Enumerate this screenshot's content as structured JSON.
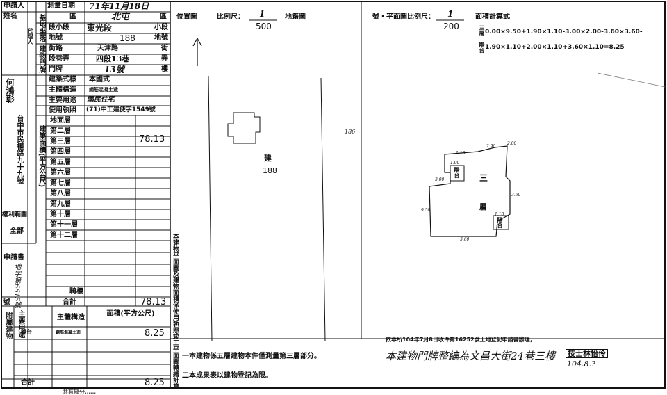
{
  "form": {
    "applicant": "申請人",
    "name": "姓名",
    "survey_date": "測量日期",
    "survey_date_value": "71年11月18日",
    "district_label": "區",
    "district_value": "北屯",
    "section_label": "段小段",
    "section_value": "東光段",
    "subsection_suffix": "小段",
    "lot_label": "地號",
    "lot_value": "188",
    "lot_suffix": "地號",
    "street_label": "街路",
    "street_value": "天津路",
    "street_suffix": "街",
    "lane_label": "段巷弄",
    "lane_value": "四段13巷",
    "lane_suffix": "弄",
    "number_label": "門牌",
    "number_value": "13號",
    "number_suffix": "樓",
    "building_site": "基地坐落",
    "building_number": "建物門牌",
    "style_label": "建築式樣",
    "style_value": "本國式",
    "structure_label": "主體構造",
    "structure_value": "鋼筋混凝土造",
    "use_label": "主要用途",
    "use_value": "國民住宅",
    "permit_label": "使用執照",
    "permit_value": "(71)中工建使字1549號",
    "owner_name": "何鴻彰",
    "address_side": "台中市民權路九十九號",
    "agent_side": "代理人",
    "scope": "權利範圍",
    "scope_value": "全部",
    "application_no_label": "申請書",
    "application_no_value": "地字第6615號",
    "building_area_label": "建築面積(平方公尺)",
    "floors": [
      "地面層",
      "第二層",
      "第三層",
      "第四層",
      "第五層",
      "第六層",
      "第七層",
      "第八層",
      "第九層",
      "第十層",
      "第十一層",
      "第十二層"
    ],
    "floor3_area": "78.13",
    "annex_label": "騎樓",
    "total_label": "合計",
    "total_value": "78.13",
    "attached_label": "附屬建物",
    "main_use_label": "主要用途",
    "main_structure_label": "主體構造",
    "area_header": "面積(平方公尺)",
    "attached_row_use": "陽台",
    "attached_row_structure": "鋼筋混凝土造",
    "attached_row_area": "8.25",
    "attached_total_label": "合計",
    "attached_total_value": "8.25",
    "note_vertical": "本建物平面圖及建物面積係使用執照竣工平面圖轉繪計算"
  },
  "drawing": {
    "location_map_label": "位置圖",
    "scale_label": "比例尺：",
    "location_scale_num": "1",
    "location_scale_den": "500",
    "cadastral_label": "地籍圖",
    "floor_plan_label": "號・平面圖比例尺：",
    "plan_scale_num": "1",
    "plan_scale_den": "200",
    "area_calc_label": "面積計算式",
    "calc_floor_label": "三層",
    "calc_floor_formula": "0.00×9.50+1.90×1.10-3.00×2.00-3.60×3.60-",
    "calc_balcony_label": "陽台",
    "calc_balcony_formula": "1.90×1.10+2.00×1.10+3.60×1.10=8.25",
    "lot_mark_char": "建",
    "lot_mark_num": "188",
    "neighbor_lot": "186",
    "floor_name_1": "三",
    "floor_name_2": "層",
    "balcony": "陽台",
    "dim_labels": [
      "1.10",
      "2.90",
      "2.00",
      "3.00",
      "9.50",
      "3.60",
      "3.60",
      "1.10",
      "1.90"
    ],
    "note1": "一本建物係五層建物本件僅測量第三層部分。",
    "note2": "二本成果表以建物登記為限。",
    "note3_line1": "依本所104年7月8日收件第16252號土地登記申請書辦理，",
    "note3_line2": "本建物門牌整編為文昌大街24巷三樓",
    "stamp": "技士林怡伶",
    "stamp_date": "104.8.?",
    "bottom_cut": "共有部分……"
  }
}
